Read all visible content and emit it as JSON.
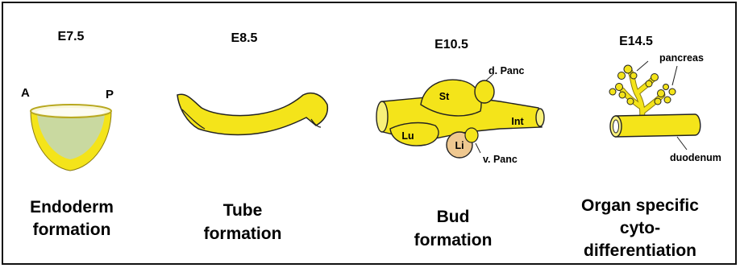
{
  "stages": [
    {
      "stage": "E7.5",
      "caption_lines": [
        "Endoderm",
        "formation"
      ],
      "labels": {
        "anterior": "A",
        "posterior": "P"
      }
    },
    {
      "stage": "E8.5",
      "caption_lines": [
        "Tube",
        "formation"
      ]
    },
    {
      "stage": "E10.5",
      "caption_lines": [
        "Bud",
        "formation"
      ],
      "labels": {
        "stomach": "St",
        "dorsal_pancreas": "d. Panc",
        "lung": "Lu",
        "intestine": "Int",
        "liver": "Li",
        "ventral_pancreas": "v. Panc"
      }
    },
    {
      "stage": "E14.5",
      "caption_lines": [
        "Organ specific",
        "cyto-",
        "differentiation"
      ],
      "labels": {
        "pancreas": "pancreas",
        "duodenum": "duodenum"
      }
    }
  ],
  "colors": {
    "tissue_yellow": "#f4e41a",
    "tissue_light": "#f8f07a",
    "inner_green": "#c9d9a0",
    "liver_peach": "#efc890",
    "outline": "#222222"
  }
}
